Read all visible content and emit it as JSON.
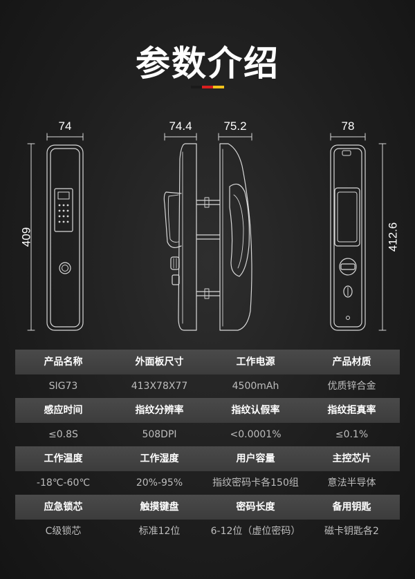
{
  "page": {
    "title": "参数介绍",
    "flag_colors": [
      "#1a1a1a",
      "#d81e1e",
      "#f2c21b"
    ]
  },
  "dimensions": {
    "front_width": "74",
    "front_height": "409",
    "side_inner_width": "74.4",
    "side_outer_width": "75.2",
    "back_width": "78",
    "back_height": "412.6"
  },
  "specs": {
    "rows": [
      {
        "headers": [
          "产品名称",
          "外面板尺寸",
          "工作电源",
          "产品材质"
        ],
        "values": [
          "SIG73",
          "413X78X77",
          "4500mAh",
          "优质锌合金"
        ]
      },
      {
        "headers": [
          "感应时间",
          "指纹分辨率",
          "指纹认假率",
          "指纹拒真率"
        ],
        "values": [
          "≤0.8S",
          "508DPI",
          "<0.0001%",
          "≤0.1%"
        ]
      },
      {
        "headers": [
          "工作温度",
          "工作湿度",
          "用户容量",
          "主控芯片"
        ],
        "values": [
          "-18℃-60℃",
          "20%-95%",
          "指纹密码卡各150组",
          "意法半导体"
        ]
      },
      {
        "headers": [
          "应急锁芯",
          "触摸键盘",
          "密码长度",
          "备用钥匙"
        ],
        "values": [
          "C级锁芯",
          "标准12位",
          "6-12位（虚位密码）",
          "磁卡钥匙各2"
        ]
      }
    ]
  }
}
